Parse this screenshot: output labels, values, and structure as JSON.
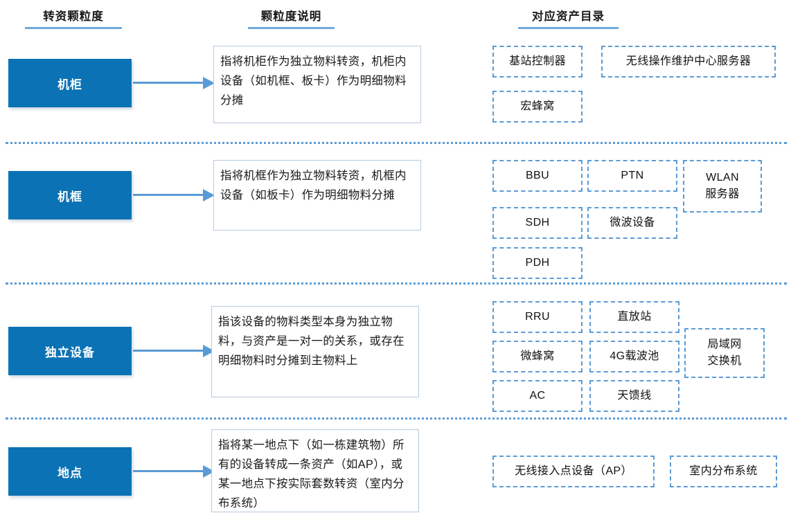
{
  "headers": [
    {
      "label": "转资颗粒度"
    },
    {
      "label": "颗粒度说明"
    },
    {
      "label": "对应资产目录"
    }
  ],
  "colors": {
    "granularity_box_fill": "#0B72B5",
    "granularity_box_text": "#FFFFFF",
    "accent_blue": "#5B9BD5",
    "header_rule": "#6FA8DC",
    "desc_border": "#B6C9DD",
    "divider": "#5B9BD5",
    "page_background": "#FFFFFF"
  },
  "rows": [
    {
      "granularity": "机柜",
      "description": "指将机柜作为独立物料转资，机柜内设备（如机框、板卡）作为明细物料分摊",
      "assets": [
        {
          "label": "基站控制器"
        },
        {
          "label": "无线操作维护中心服务器"
        },
        {
          "label": "宏蜂窝"
        }
      ]
    },
    {
      "granularity": "机框",
      "description": "指将机框作为独立物料转资，机框内设备（如板卡）作为明细物料分摊",
      "assets": [
        {
          "label": "BBU"
        },
        {
          "label": "PTN"
        },
        {
          "label": "WLAN\n服务器"
        },
        {
          "label": "SDH"
        },
        {
          "label": "微波设备"
        },
        {
          "label": "PDH"
        }
      ]
    },
    {
      "granularity": "独立设备",
      "description": "指该设备的物料类型本身为独立物料，与资产是一对一的关系，或存在明细物料时分摊到主物料上",
      "assets": [
        {
          "label": "RRU"
        },
        {
          "label": "直放站"
        },
        {
          "label": "局域网\n交换机"
        },
        {
          "label": "微蜂窝"
        },
        {
          "label": "4G载波池"
        },
        {
          "label": "AC"
        },
        {
          "label": "天馈线"
        }
      ]
    },
    {
      "granularity": "地点",
      "description": "指将某一地点下（如一栋建筑物）所有的设备转成一条资产（如AP），或某一地点下按实际套数转资（室内分布系统）",
      "assets": [
        {
          "label": "无线接入点设备（AP）"
        },
        {
          "label": "室内分布系统"
        }
      ]
    }
  ]
}
